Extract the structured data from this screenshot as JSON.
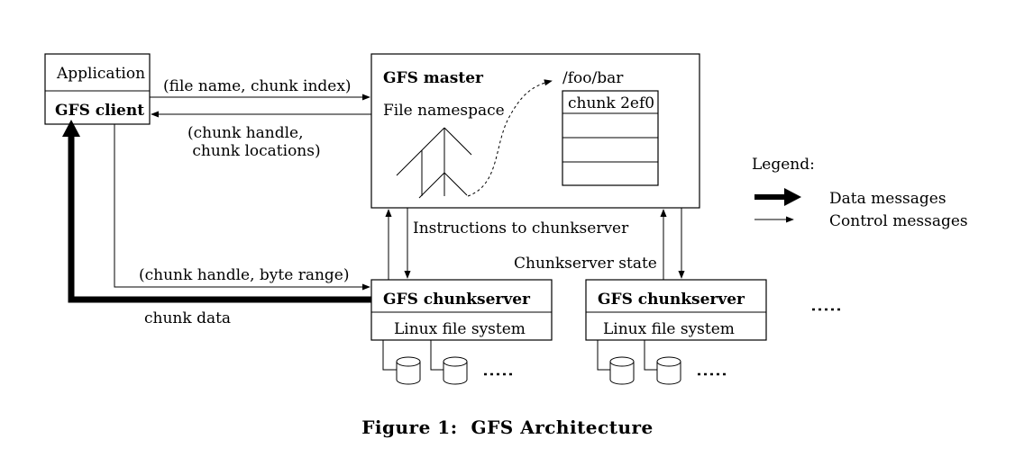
{
  "client": {
    "application_label": "Application",
    "client_label": "GFS client"
  },
  "master": {
    "title": "GFS master",
    "namespace_label": "File namespace",
    "path_label": "/foo/bar",
    "chunk_label": "chunk 2ef0"
  },
  "messages": {
    "request": "(file name, chunk index)",
    "reply_line1": "(chunk handle,",
    "reply_line2": " chunk locations)",
    "instructions": "Instructions to chunkserver",
    "state": "Chunkserver state",
    "client_to_cs": "(chunk handle, byte range)",
    "chunk_data": "chunk data"
  },
  "chunkservers": [
    {
      "title": "GFS chunkserver",
      "fs_label": "Linux file system"
    },
    {
      "title": "GFS chunkserver",
      "fs_label": "Linux file system"
    }
  ],
  "legend": {
    "title": "Legend:",
    "data_label": "Data messages",
    "control_label": "Control messages"
  },
  "caption": "Figure 1:  GFS Architecture"
}
